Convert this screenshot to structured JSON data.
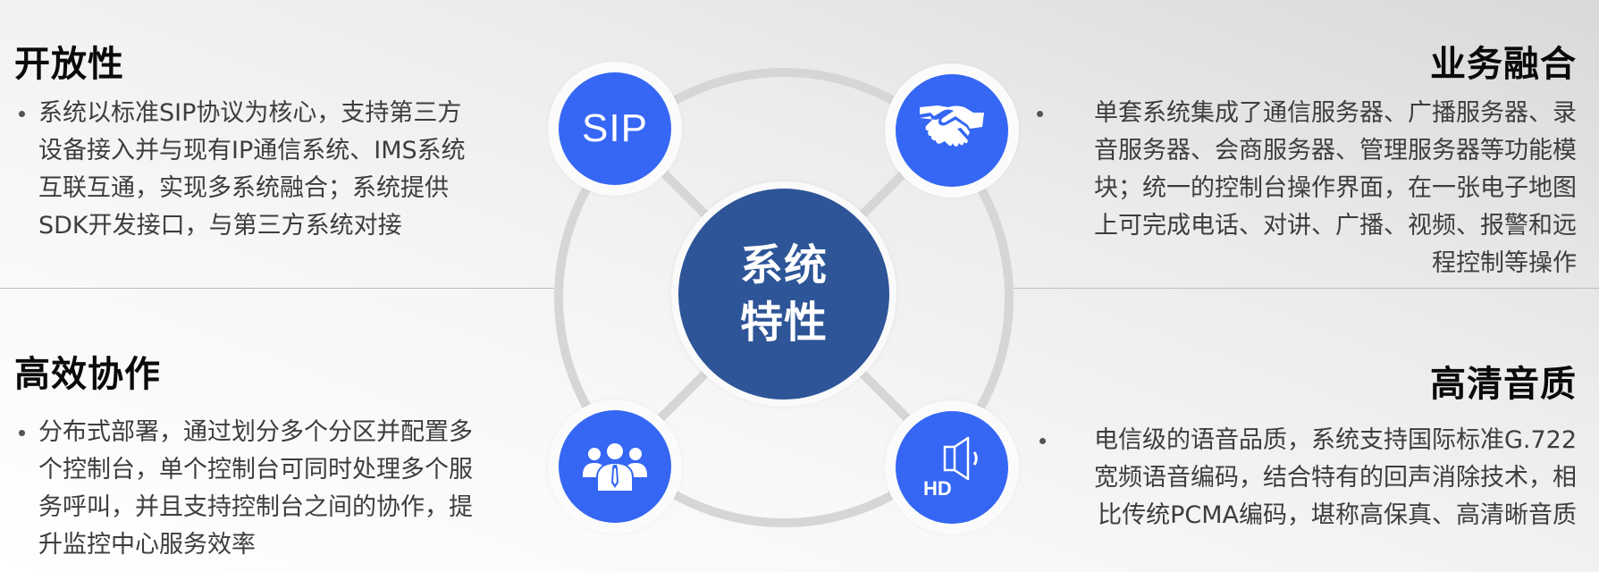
{
  "colors": {
    "node_blue": "#3567F4",
    "center_blue": "#2E5597",
    "ring_gray": "#D6D6D6",
    "heading": "#0A0A0A",
    "body_text": "#3D3D3D"
  },
  "center": {
    "line1": "系统",
    "line2": "特性"
  },
  "nodes": [
    {
      "position": "top-left",
      "icon": "sip-text-icon",
      "label": "SIP"
    },
    {
      "position": "top-right",
      "icon": "handshake-icon"
    },
    {
      "position": "bottom-left",
      "icon": "team-icon"
    },
    {
      "position": "bottom-right",
      "icon": "hd-speaker-icon",
      "label": "HD"
    }
  ],
  "features": {
    "openness": {
      "title": "开放性",
      "lines": [
        "系统以标准SIP协议为核心，支持第三方",
        "设备接入并与现有IP通信系统、IMS系统",
        "互联互通，实现多系统融合；系统提供",
        "SDK开发接口，与第三方系统对接"
      ]
    },
    "business_fusion": {
      "title": "业务融合",
      "lines": [
        "单套系统集成了通信服务器、广播服务器、录",
        "音服务器、会商服务器、管理服务器等功能模",
        "块；统一的控制台操作界面，在一张电子地图",
        "上可完成电话、对讲、广播、视频、报警和远",
        "程控制等操作"
      ]
    },
    "efficient_collaboration": {
      "title": "高效协作",
      "lines": [
        "分布式部署，通过划分多个分区并配置多",
        "个控制台，单个控制台可同时处理多个服",
        "务呼叫，并且支持控制台之间的协作，提",
        "升监控中心服务效率"
      ]
    },
    "hd_audio": {
      "title": "高清音质",
      "lines": [
        " 电信级的语音品质，系统支持国际标准G.722",
        "宽频语音编码，结合特有的回声消除技术，相",
        "比传统PCMA编码，堪称高保真、高清晰音质"
      ]
    }
  }
}
